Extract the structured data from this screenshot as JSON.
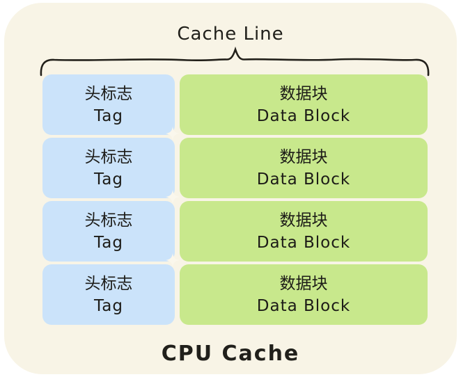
{
  "diagram": {
    "title": "Cache Line",
    "footer": "CPU Cache"
  },
  "rows": [
    {
      "tag_zh": "头标志",
      "tag_en": "Tag",
      "data_zh": "数据块",
      "data_en": "Data Block"
    },
    {
      "tag_zh": "头标志",
      "tag_en": "Tag",
      "data_zh": "数据块",
      "data_en": "Data Block"
    },
    {
      "tag_zh": "头标志",
      "tag_en": "Tag",
      "data_zh": "数据块",
      "data_en": "Data Block"
    },
    {
      "tag_zh": "头标志",
      "tag_en": "Tag",
      "data_zh": "数据块",
      "data_en": "Data Block"
    }
  ],
  "colors": {
    "canvas": "#ffffff",
    "panel_background": "#f8f4e6",
    "tag_cell": "#cbe3fa",
    "data_block_cell": "#c8e88c",
    "line_and_text": "#21201b"
  }
}
